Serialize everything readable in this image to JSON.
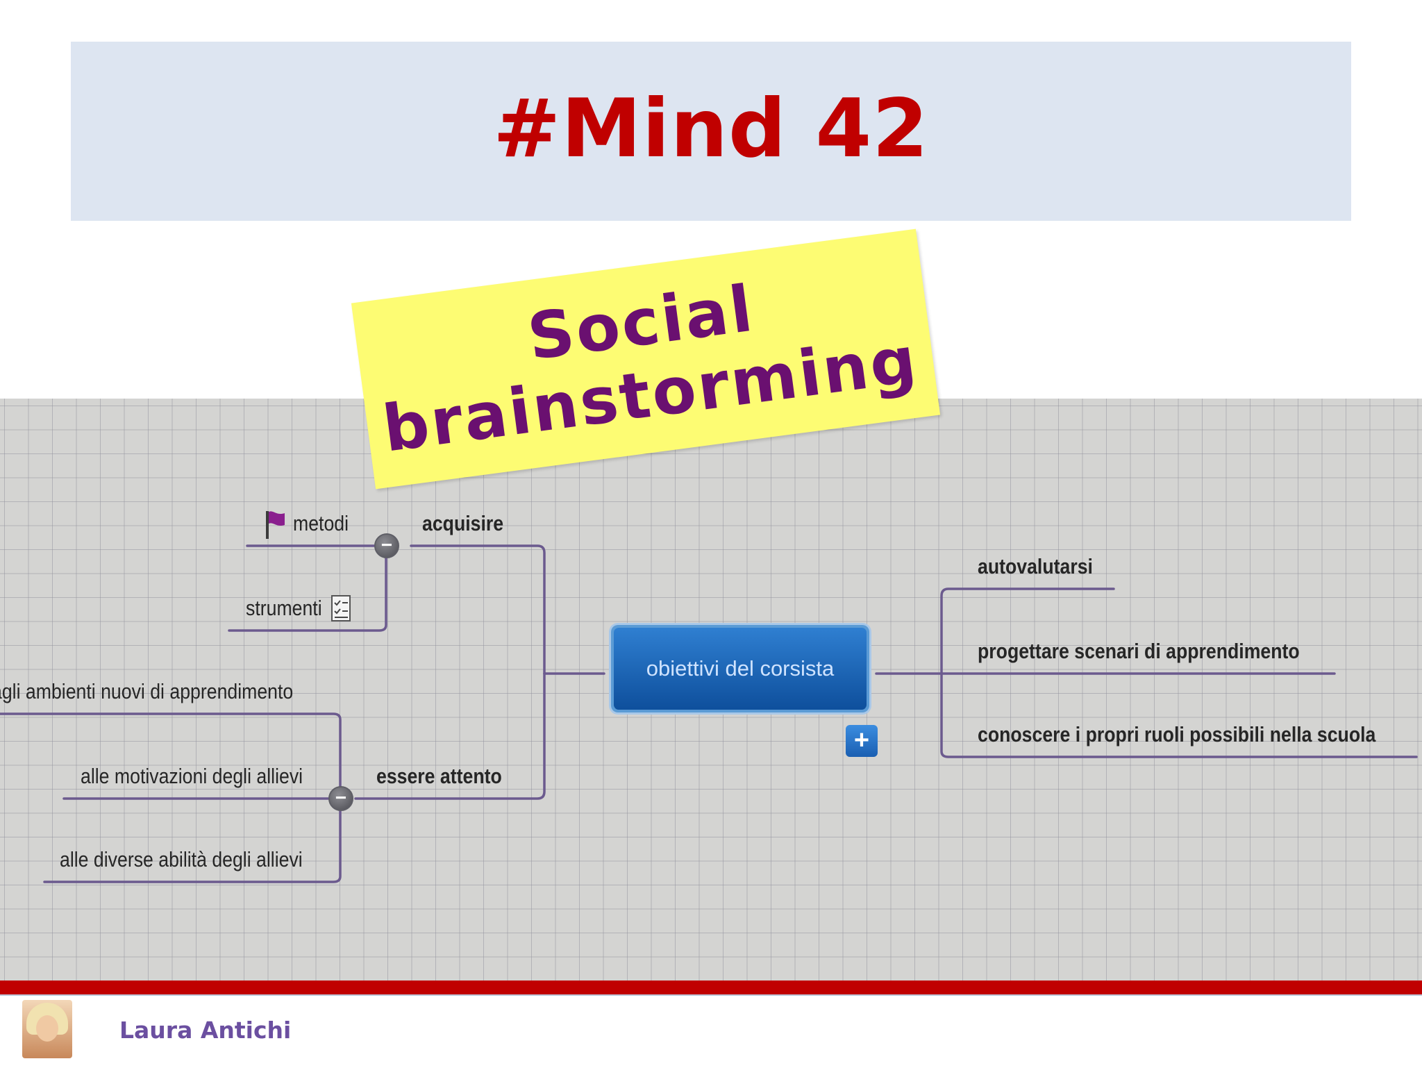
{
  "title": "#Mind 42",
  "sticky_note": {
    "lines": [
      "Social",
      "brainstorming"
    ]
  },
  "mindmap": {
    "central": "obiettivi del corsista",
    "add_button": "+",
    "collapse_symbol": "−",
    "left_branches": {
      "acquisire": {
        "label": "acquisire",
        "children": [
          "metodi",
          "strumenti"
        ]
      },
      "essere_attento": {
        "label": "essere attento",
        "children": [
          "agli ambienti nuovi di apprendimento",
          "alle motivazioni degli allievi",
          "alle diverse abilità degli allievi"
        ]
      }
    },
    "right_branches": [
      "autovalutarsi",
      "progettare scenari di apprendimento",
      "conoscere i propri ruoli possibili nella scuola"
    ],
    "colors": {
      "line": "#6b5a8e",
      "central": "#1a64b8",
      "flag": "#8a1f8e"
    }
  },
  "footer": {
    "author": "Laura Antichi"
  }
}
